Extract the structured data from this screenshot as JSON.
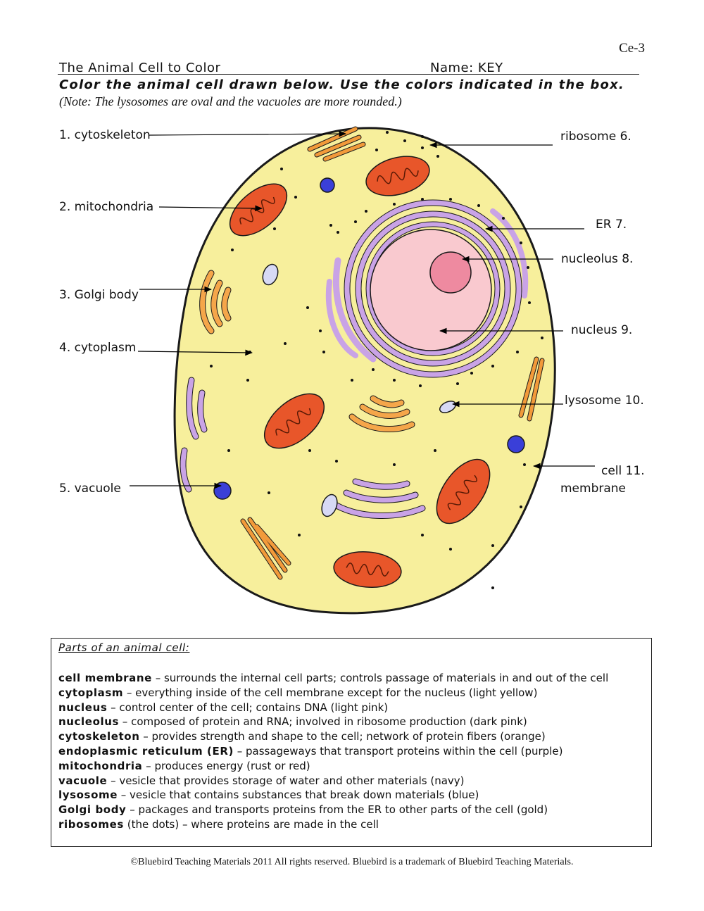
{
  "header": {
    "code": "Ce-3",
    "title": "The Animal Cell to Color",
    "name_line": "Name: KEY",
    "instructions": "Color the animal cell drawn below. Use the colors indicated in the box.",
    "note": "(Note: The lysosomes are oval and the vacuoles are more rounded.)"
  },
  "labels": {
    "l1": "1. cytoskeleton",
    "l2": "2. mitochondria",
    "l3": "3. Golgi body",
    "l4": "4. cytoplasm",
    "l5": "5. vacuole",
    "l6": "ribosome 6.",
    "l7": "ER  7.",
    "l8": "nucleolus 8.",
    "l9": "nucleus 9.",
    "l10": "lysosome 10.",
    "l11a": "cell 11.",
    "l11b": "membrane"
  },
  "colors": {
    "cytoplasm": "#f7ef9c",
    "membrane": "#1a1a1a",
    "nucleus": "#f9c9cf",
    "nucleolus": "#ee8aa0",
    "er": "#c9a3e6",
    "mitochondria": "#e8562a",
    "golgi": "#f5a64a",
    "cytoskeleton": "#f29a3a",
    "vacuole": "#3a3fd8",
    "lysosome": "#d7d9f5"
  },
  "parts_box": {
    "heading": "Parts of an animal cell:",
    "items": [
      {
        "term": "cell membrane",
        "desc": " – surrounds the internal cell parts; controls passage of materials in and out of the cell"
      },
      {
        "term": "cytoplasm",
        "desc": " – everything inside of the cell membrane except for the nucleus (light yellow)"
      },
      {
        "term": "nucleus",
        "desc": " – control center of the cell; contains DNA (light pink)"
      },
      {
        "term": "nucleolus",
        "desc": " – composed of protein and RNA; involved in ribosome production (dark pink)"
      },
      {
        "term": "cytoskeleton",
        "desc": " – provides strength and shape to the cell; network of protein fibers (orange)"
      },
      {
        "term": "endoplasmic reticulum (ER)",
        "desc": " – passageways that transport proteins within the cell (purple)"
      },
      {
        "term": "mitochondria",
        "desc": " – produces energy (rust or red)"
      },
      {
        "term": "vacuole",
        "desc": " – vesicle that provides storage of water and other materials (navy)"
      },
      {
        "term": "lysosome",
        "desc": " – vesicle that contains substances that break down materials (blue)"
      },
      {
        "term": "Golgi body",
        "desc": " – packages and transports proteins from the ER to other parts of the cell (gold)"
      },
      {
        "term": "ribosomes",
        "desc": " (the dots) – where proteins are made in the cell"
      }
    ]
  },
  "footer": "©Bluebird Teaching Materials 2011 All rights reserved. Bluebird is a trademark of Bluebird Teaching Materials."
}
